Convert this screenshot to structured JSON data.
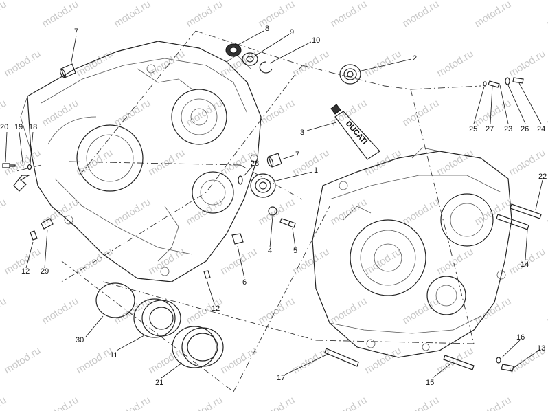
{
  "watermark": "motod.ru",
  "callouts": [
    "1",
    "2",
    "3",
    "4",
    "5",
    "6",
    "7",
    "7",
    "8",
    "9",
    "10",
    "11",
    "12",
    "12",
    "13",
    "14",
    "15",
    "16",
    "17",
    "18",
    "19",
    "20",
    "21",
    "22",
    "23",
    "24",
    "25",
    "26",
    "27",
    "28",
    "29",
    "30"
  ],
  "tube_label": "DUCATI"
}
